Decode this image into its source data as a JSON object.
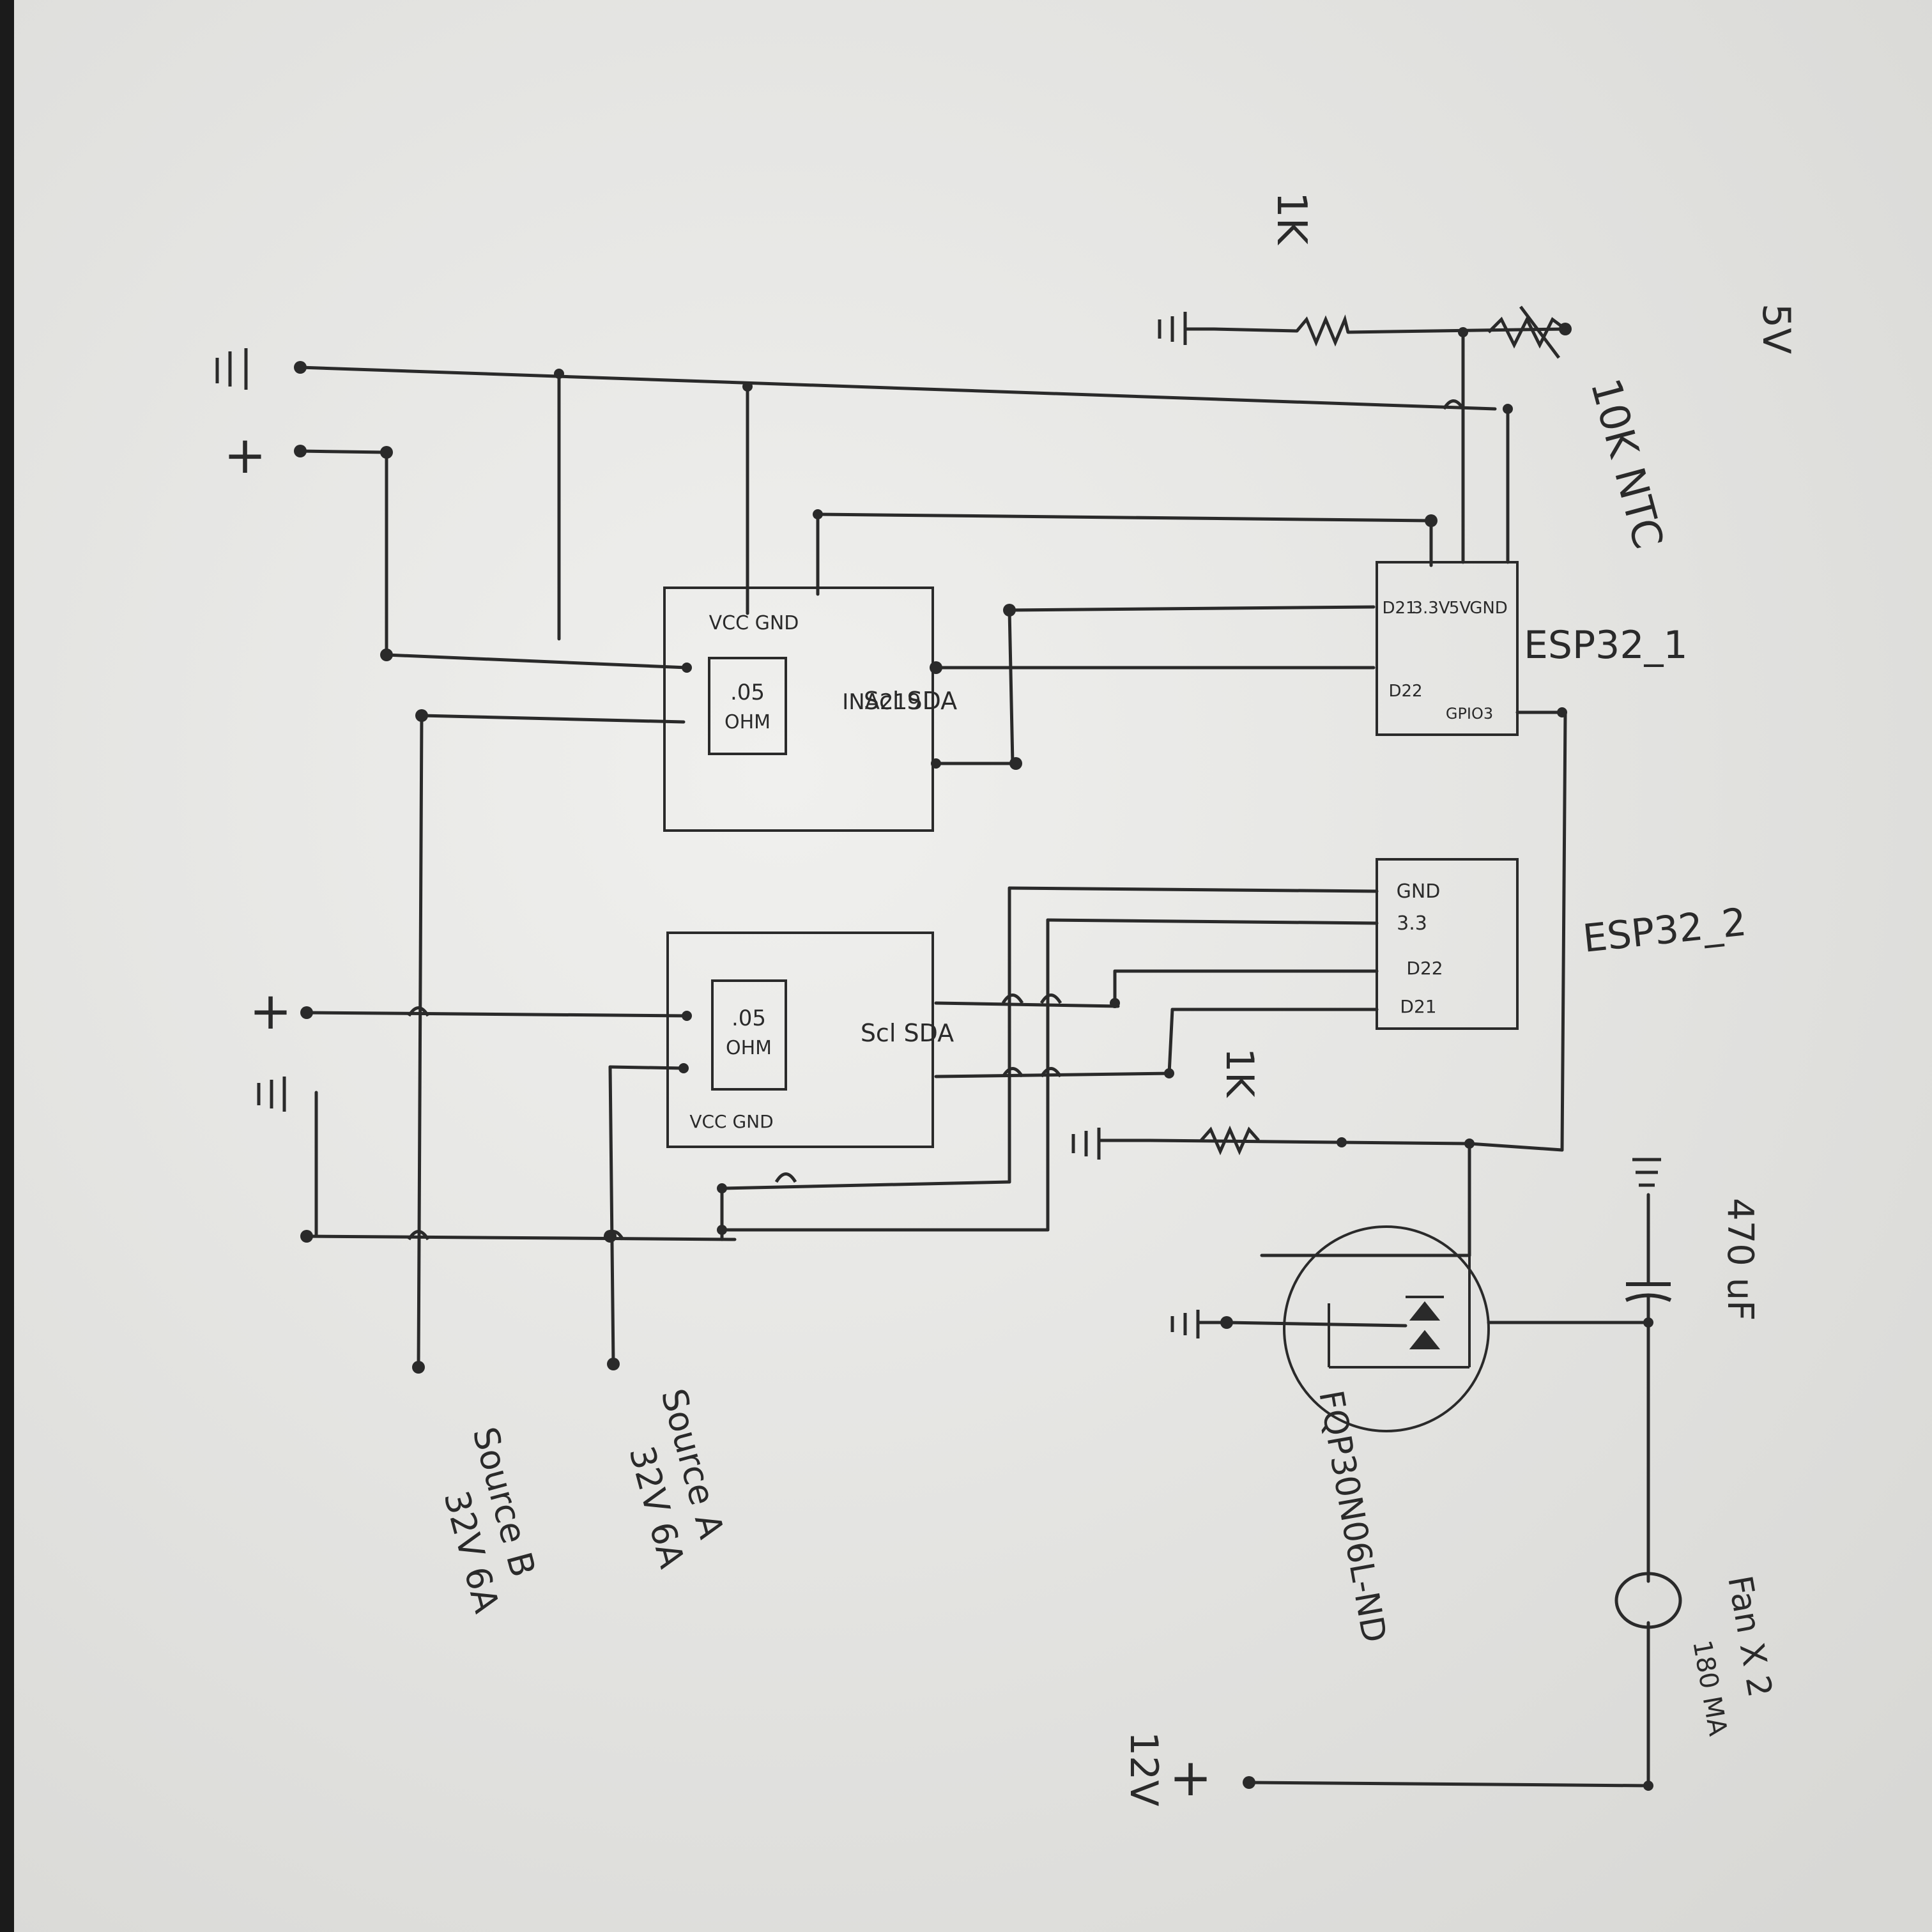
{
  "labels": {
    "res_top": "1K",
    "v5": "5V",
    "ntc": "10K NTC",
    "esp1": "ESP32_1",
    "esp2": "ESP32_2",
    "res_mid": "1K",
    "cap": "470 uF",
    "mosfet": "FQP30N06L-ND",
    "fan_title": "Fan X 2",
    "fan_current": "180 MA",
    "v12": "12V",
    "plus": "+",
    "source_a_1": "Source A",
    "source_a_2": "32V 6A",
    "source_b_1": "Source B",
    "source_b_2": "32V 6A"
  },
  "ina1": {
    "pins_top": "VCC GND",
    "pins_side": "Scl SDA",
    "chip": "INA219",
    "shunt_1": ".05",
    "shunt_2": "OHM"
  },
  "ina2": {
    "pins_top": "VCC GND",
    "pins_side": "Scl SDA",
    "shunt_1": ".05",
    "shunt_2": "OHM"
  },
  "esp1_pins": {
    "gnd": "GND",
    "5v": "5V",
    "v33": "3.3V",
    "d21": "D21",
    "d22": "D22",
    "gpio3": "GPIO3"
  },
  "esp2_pins": {
    "gnd": "GND",
    "v33": "3.3",
    "d22": "D22",
    "d21": "D21"
  },
  "colors": {
    "paper": "#e7e7e4",
    "ink": "#2a2a2a",
    "background": "#1b1b1b"
  }
}
